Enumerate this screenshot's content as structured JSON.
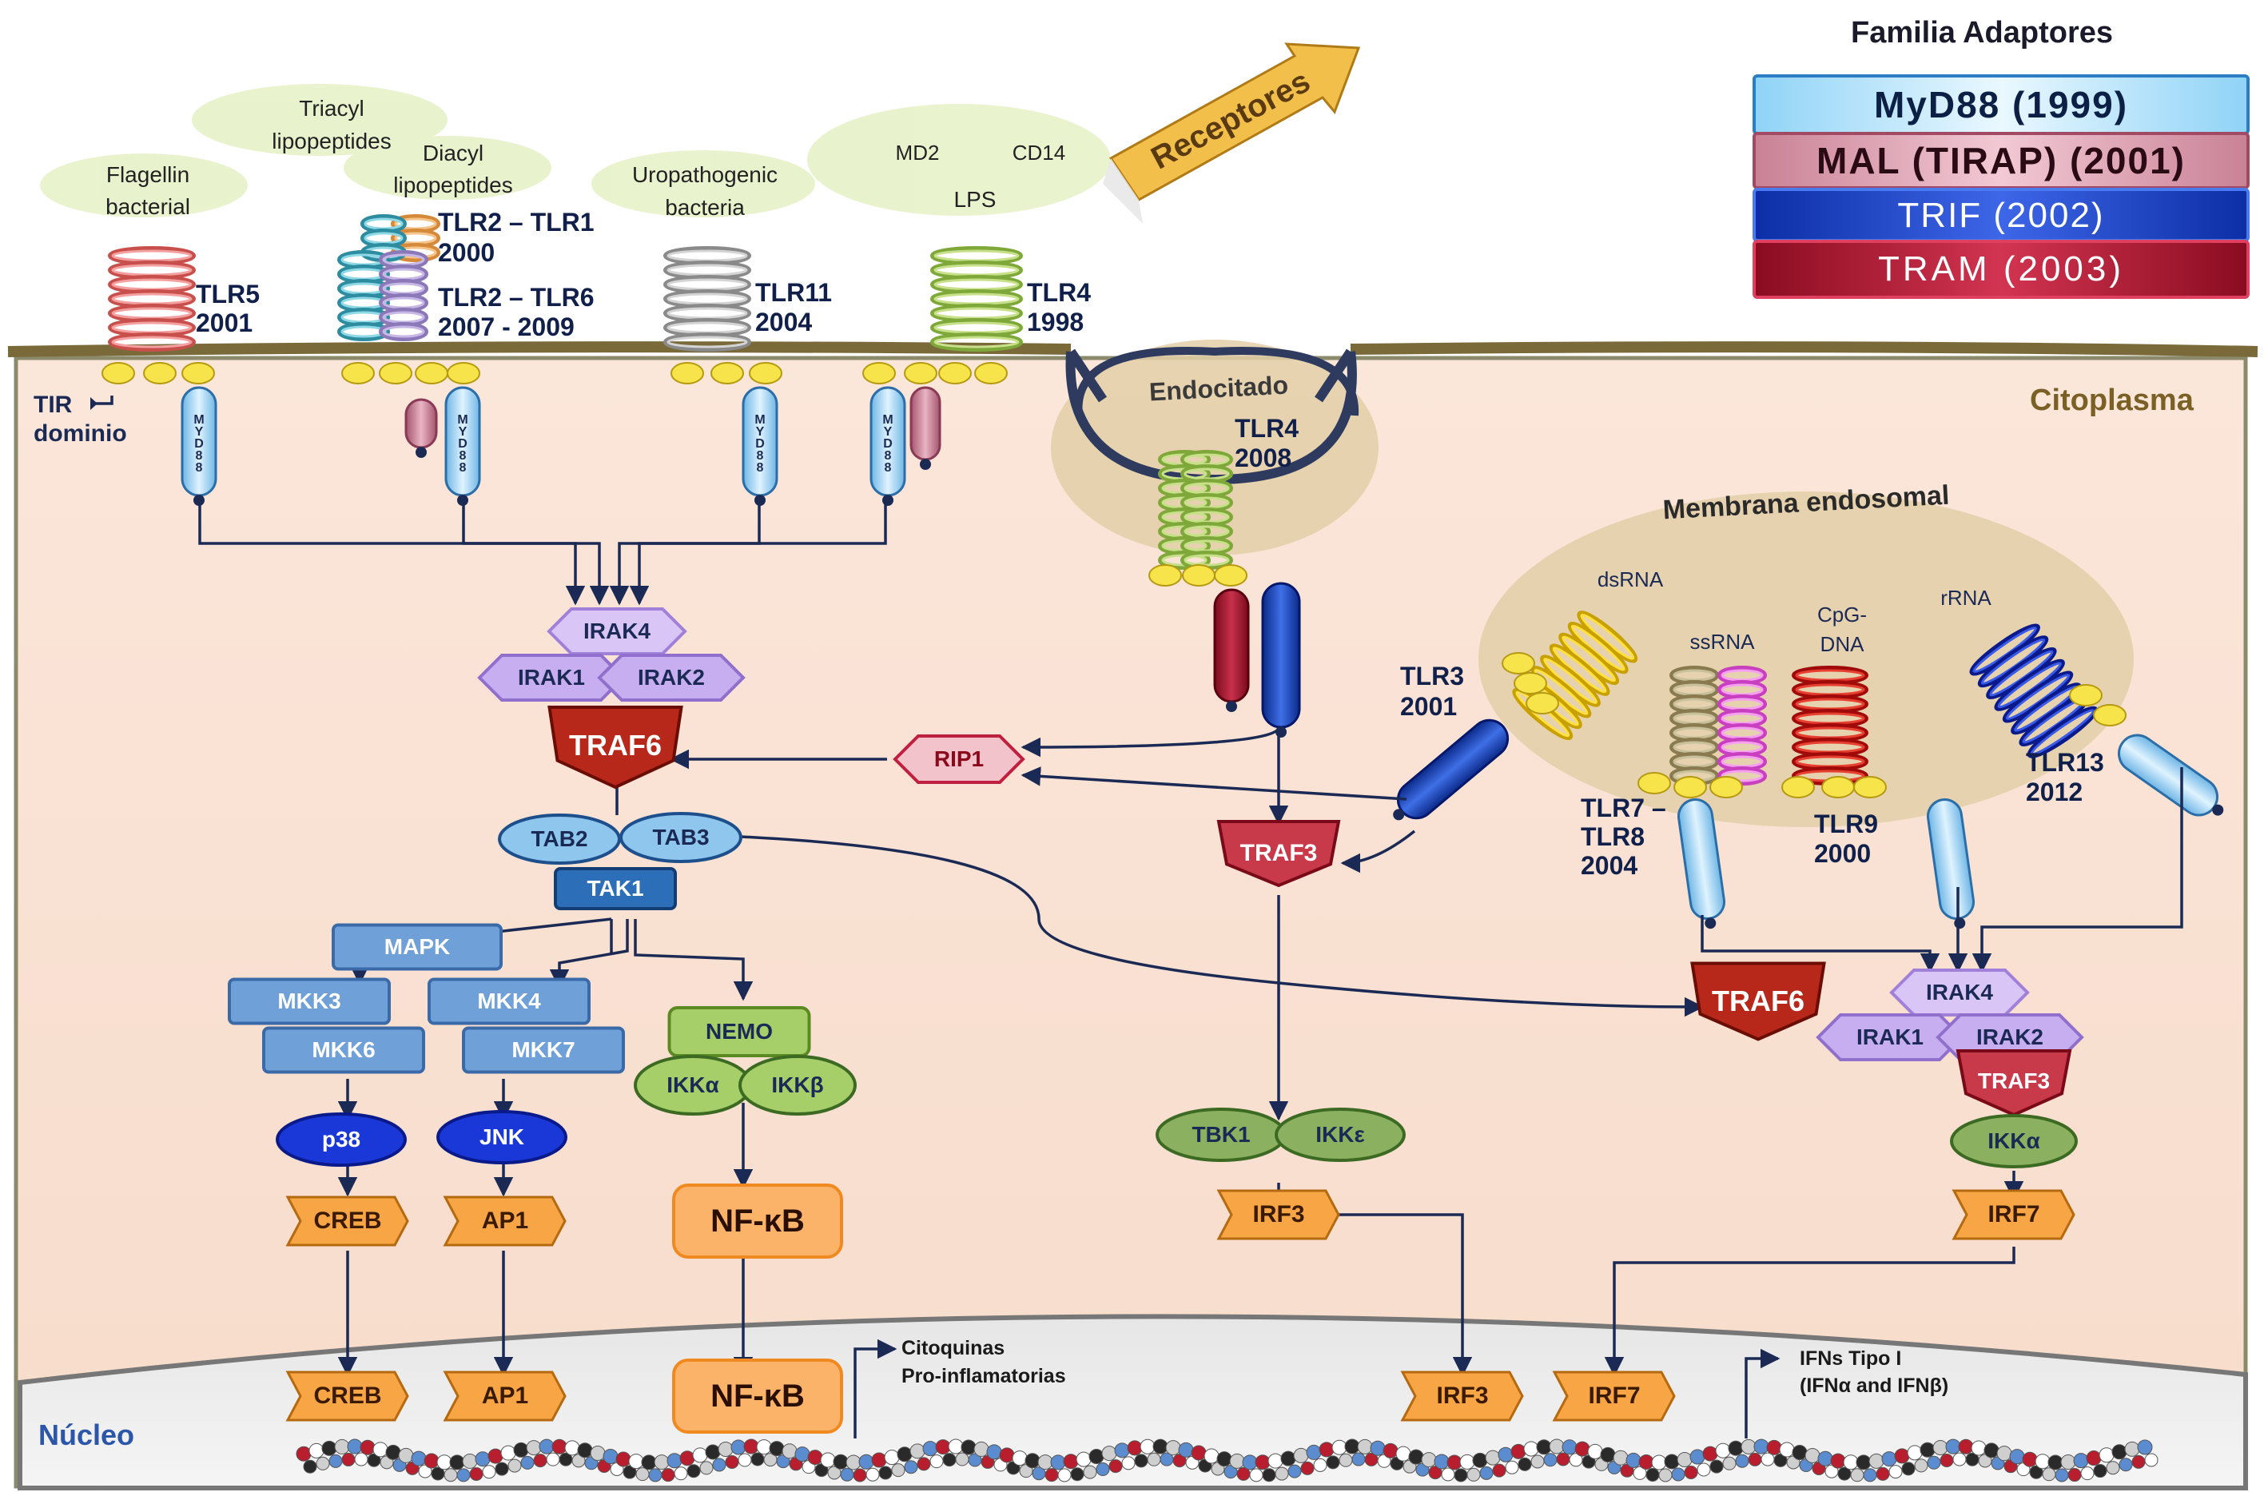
{
  "legend": {
    "title": "Familia Adaptores",
    "items": [
      {
        "label": "MyD88 (1999)",
        "color": "#bfe6fb"
      },
      {
        "label": "MAL (TIRAP) (2001)",
        "color": "#e7a9b8"
      },
      {
        "label": "TRIF (2002)",
        "color": "#1a3fb8"
      },
      {
        "label": "TRAM (2003)",
        "color": "#b0142e"
      }
    ]
  },
  "regions": {
    "cytoplasm": "Citoplasma",
    "nucleus": "Núcleo",
    "endosome": "Membrana endosomal",
    "endocytosed": "Endocitado",
    "receptors": "Receptores",
    "tir": "TIR",
    "tir2": "dominio"
  },
  "ligands": {
    "flagellin1": "Flagellin",
    "flagellin2": "bacterial",
    "triacyl1": "Triacyl",
    "triacyl2": "lipopeptides",
    "diacyl1": "Diacyl",
    "diacyl2": "lipopeptides",
    "uro1": "Uropathogenic",
    "uro2": "bacteria",
    "md2": "MD2",
    "cd14": "CD14",
    "lps": "LPS",
    "dsrna": "dsRNA",
    "ssrna": "ssRNA",
    "cpg1": "CpG-",
    "cpg2": "DNA",
    "rrna": "rRNA"
  },
  "receptors": {
    "tlr5": {
      "name": "TLR5",
      "year": "2001"
    },
    "tlr21": {
      "name": "TLR2 – TLR1",
      "year": "2000"
    },
    "tlr26": {
      "name": "TLR2 – TLR6",
      "year": "2007 - 2009"
    },
    "tlr11": {
      "name": "TLR11",
      "year": "2004"
    },
    "tlr4": {
      "name": "TLR4",
      "year": "1998"
    },
    "tlr4e": {
      "name": "TLR4",
      "year": "2008"
    },
    "tlr3": {
      "name": "TLR3",
      "year": "2001"
    },
    "tlr78a": "TLR7 –",
    "tlr78b": "TLR8",
    "tlr78y": "2004",
    "tlr9": {
      "name": "TLR9",
      "year": "2000"
    },
    "tlr13": {
      "name": "TLR13",
      "year": "2012"
    }
  },
  "adaptors": {
    "myd88": "MYD88",
    "mal": "MAL",
    "tram": "TRAM",
    "trif": "TRIF"
  },
  "proteins": {
    "irak4": "IRAK4",
    "irak1": "IRAK1",
    "irak2": "IRAK2",
    "traf6": "TRAF6",
    "rip1": "RIP1",
    "tab2": "TAB2",
    "tab3": "TAB3",
    "tak1": "TAK1",
    "mapk": "MAPK",
    "mkk3": "MKK3",
    "mkk6": "MKK6",
    "mkk4": "MKK4",
    "mkk7": "MKK7",
    "nemo": "NEMO",
    "ikka": "IKKα",
    "ikkb": "IKKβ",
    "p38": "p38",
    "jnk": "JNK",
    "creb": "CREB",
    "ap1": "AP1",
    "nfkb": "NF-κB",
    "traf3": "TRAF3",
    "tbk1": "TBK1",
    "ikke": "IKKε",
    "irf3": "IRF3",
    "irf7": "IRF7"
  },
  "outputs": {
    "cyto1": "Citoquinas",
    "cyto2": "Pro-inflamatorias",
    "ifn1": "IFNs Tipo I",
    "ifn2": "(IFNα and IFNβ)"
  }
}
